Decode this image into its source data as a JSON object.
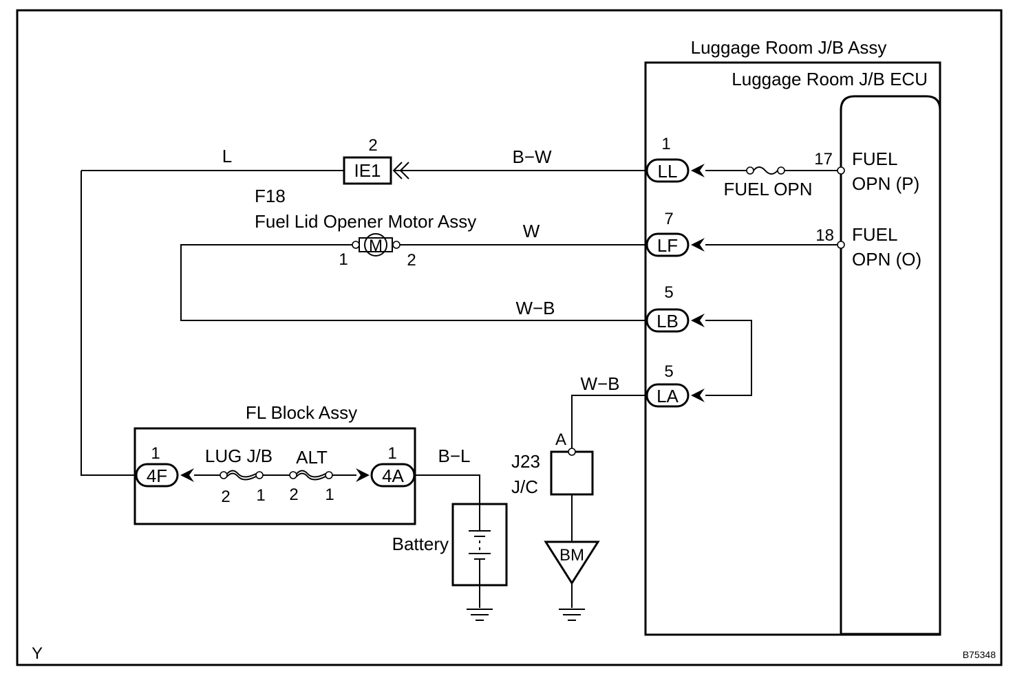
{
  "assemblies": {
    "luggage_jb_assy": "Luggage Room J/B Assy",
    "luggage_jb_ecu": "Luggage Room J/B ECU",
    "fl_block": "FL Block Assy",
    "motor_code": "F18",
    "motor_name": "Fuel Lid Opener Motor Assy",
    "jc_code": "J23",
    "jc_name": "J/C",
    "battery": "Battery"
  },
  "connectors": {
    "ie1": {
      "label": "IE1",
      "pin": "2"
    },
    "ll": {
      "label": "LL",
      "pin": "1"
    },
    "lf": {
      "label": "LF",
      "pin": "7"
    },
    "lb": {
      "label": "LB",
      "pin": "5"
    },
    "la": {
      "label": "LA",
      "pin": "5"
    },
    "c4f": {
      "label": "4F",
      "pin": "1"
    },
    "c4a": {
      "label": "4A",
      "pin": "1"
    },
    "motor_symbol": "M",
    "motor_pin_left": "1",
    "motor_pin_right": "2",
    "jc_pin": "A",
    "ground_bm": "BM"
  },
  "wires": {
    "l": "L",
    "b_w": "B−W",
    "w": "W",
    "w_b_1": "W−B",
    "w_b_2": "W−B",
    "b_l": "B−L"
  },
  "fuses": {
    "fuel_opn": "FUEL OPN",
    "lug_jb": "LUG J/B",
    "lug_jb_pin_left": "2",
    "lug_jb_pin_right": "1",
    "alt": "ALT",
    "alt_pin_left": "2",
    "alt_pin_right": "1"
  },
  "ecu_terminals": {
    "pin17": "17",
    "fuel_p_line1": "FUEL",
    "fuel_p_line2": "OPN (P)",
    "pin18": "18",
    "fuel_o_line1": "FUEL",
    "fuel_o_line2": "OPN (O)"
  },
  "corner": {
    "left": "Y",
    "right": "B75348"
  }
}
